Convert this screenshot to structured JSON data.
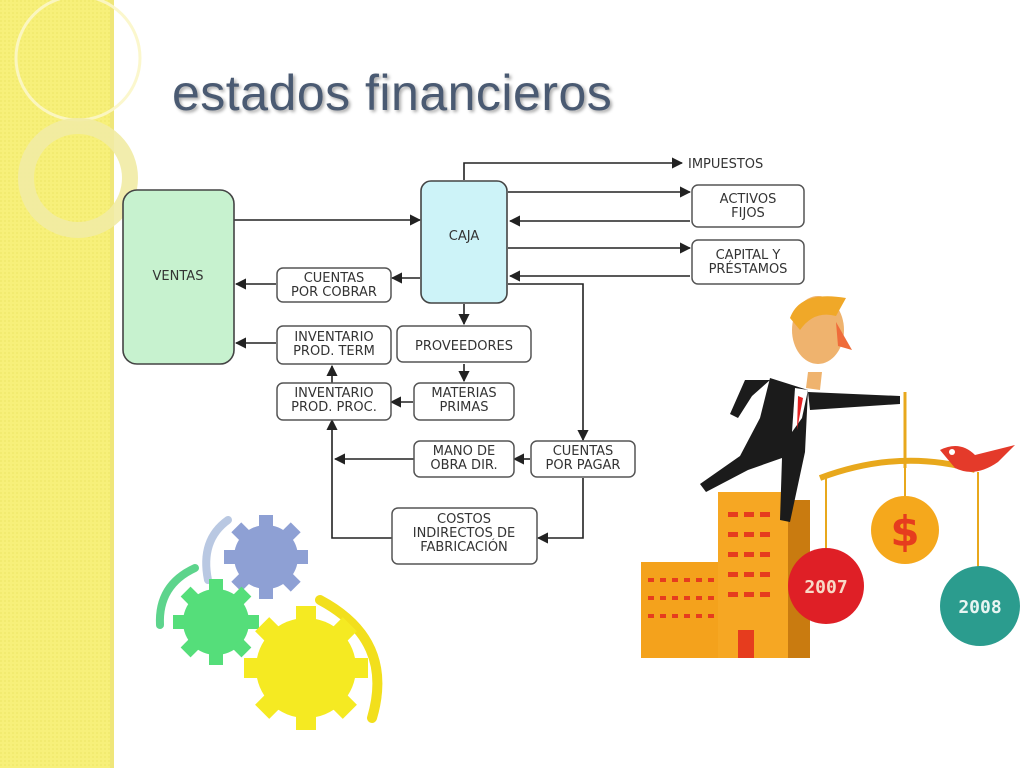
{
  "slide": {
    "title": "estados financieros",
    "colors": {
      "sidebar": "#f7f07a",
      "title": "#4a5a72",
      "ventas_fill": "#c7f2cf",
      "caja_fill": "#cdf3f8"
    }
  },
  "diagram": {
    "nodes": {
      "ventas": [
        "VENTAS"
      ],
      "caja": [
        "CAJA"
      ],
      "impuestos": [
        "IMPUESTOS"
      ],
      "activos_fijos": [
        "ACTIVOS",
        "FIJOS"
      ],
      "capital_prestamos": [
        "CAPITAL Y",
        "PRÉSTAMOS"
      ],
      "cuentas_cobrar": [
        "CUENTAS",
        "POR COBRAR"
      ],
      "inventario_term": [
        "INVENTARIO",
        "PROD. TERM"
      ],
      "proveedores": [
        "PROVEEDORES"
      ],
      "inventario_proc": [
        "INVENTARIO",
        "PROD. PROC."
      ],
      "materias_primas": [
        "MATERIAS",
        "PRIMAS"
      ],
      "mano_obra": [
        "MANO DE",
        "OBRA DIR."
      ],
      "cuentas_pagar": [
        "CUENTAS",
        "POR PAGAR"
      ],
      "costos_indirectos": [
        "COSTOS",
        "INDIRECTOS DE",
        "FABRICACIÓN"
      ]
    }
  },
  "illustration": {
    "coin_2007": "2007",
    "coin_dollar": "$",
    "coin_2008": "2008"
  }
}
